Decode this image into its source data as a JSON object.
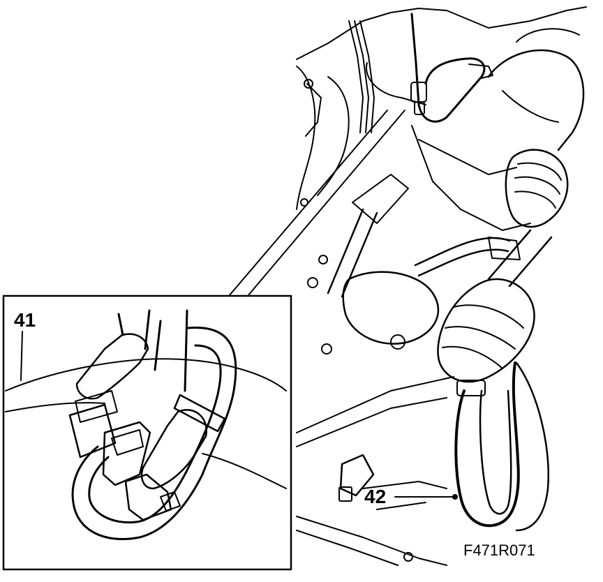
{
  "figure": {
    "callouts": [
      {
        "id": "41",
        "label": "41"
      },
      {
        "id": "42",
        "label": "42"
      }
    ],
    "figure_code": "F471R071",
    "colors": {
      "ink": "#000000",
      "paper": "#ffffff"
    }
  }
}
